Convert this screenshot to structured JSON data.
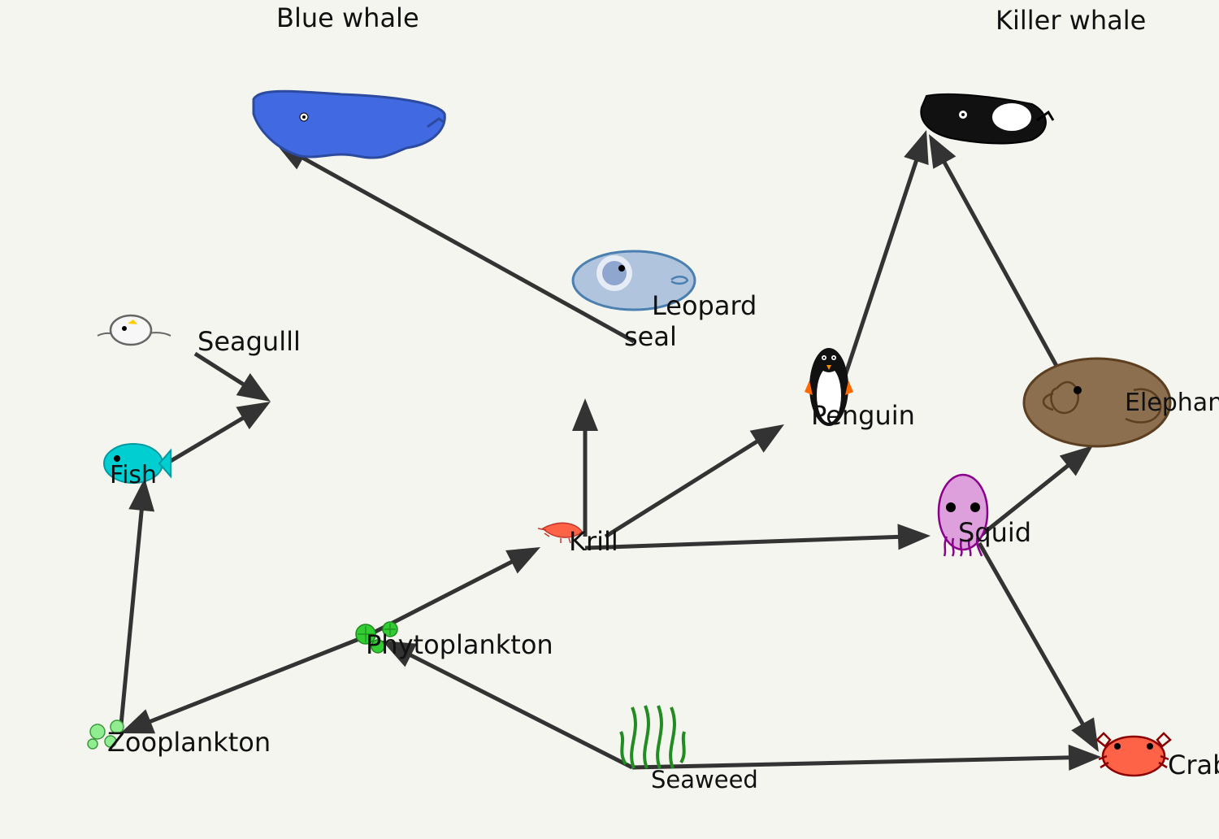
{
  "diagram": {
    "type": "food-web",
    "nodes": [
      {
        "id": "blue_whale",
        "label": "Blue whale"
      },
      {
        "id": "killer_whale",
        "label": "Killer whale"
      },
      {
        "id": "leopard_seal",
        "label_line1": "Leopard",
        "label_line2": "seal"
      },
      {
        "id": "seagull",
        "label": "Seagulll"
      },
      {
        "id": "penguin",
        "label": "Penguin"
      },
      {
        "id": "elephant_seal",
        "label": "Elephan"
      },
      {
        "id": "fish",
        "label": "Fish"
      },
      {
        "id": "krill",
        "label": "Krill"
      },
      {
        "id": "squid",
        "label": "Squid"
      },
      {
        "id": "phytoplankton",
        "label": "Phytoplankton"
      },
      {
        "id": "zooplankton",
        "label": "Zooplankton"
      },
      {
        "id": "seaweed",
        "label": "Seaweed"
      },
      {
        "id": "crab",
        "label": "Crab"
      }
    ],
    "edges": [
      {
        "from": "seaweed",
        "to": "phytoplankton"
      },
      {
        "from": "seaweed",
        "to": "crab"
      },
      {
        "from": "phytoplankton",
        "to": "krill"
      },
      {
        "from": "phytoplankton",
        "to": "zooplankton"
      },
      {
        "from": "zooplankton",
        "to": "fish"
      },
      {
        "from": "fish",
        "to": "seagull"
      },
      {
        "from": "seagull",
        "to": "seagull"
      },
      {
        "from": "krill",
        "to": "leopard_seal"
      },
      {
        "from": "krill",
        "to": "penguin"
      },
      {
        "from": "krill",
        "to": "squid"
      },
      {
        "from": "leopard_seal",
        "to": "blue_whale"
      },
      {
        "from": "penguin",
        "to": "killer_whale"
      },
      {
        "from": "elephant_seal",
        "to": "killer_whale"
      },
      {
        "from": "squid",
        "to": "elephant_seal"
      },
      {
        "from": "squid",
        "to": "crab"
      }
    ],
    "colors": {
      "edge": "#333333",
      "background": "#f5f5f0",
      "blue_whale": "#4169e1",
      "killer_whale": "#111111",
      "leopard_seal": "#b0c4de",
      "elephant_seal": "#8b6f4e",
      "fish": "#00ced1",
      "krill": "#ff6347",
      "squid": "#dda0dd",
      "phytoplankton": "#32cd32",
      "zooplankton": "#90ee90",
      "seaweed": "#228b22",
      "crab": "#ff6347"
    }
  }
}
